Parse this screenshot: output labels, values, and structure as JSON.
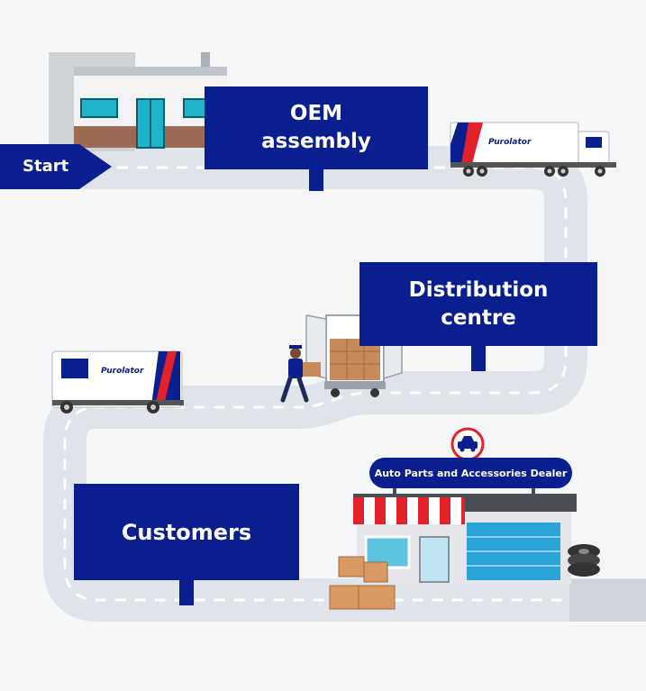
{
  "diagram": {
    "start_label": "Start",
    "steps": [
      {
        "id": "oem",
        "label": "OEM\nassembly"
      },
      {
        "id": "distribution",
        "label": "Distribution\ncentre"
      },
      {
        "id": "customers",
        "label": "Customers"
      }
    ],
    "dealer_sign": "Auto Parts and Accessories Dealer",
    "truck_brand": "Purolator"
  },
  "colors": {
    "brand_navy": "#0a1f8f",
    "road": "#dfe3ea",
    "accent_red": "#e3212a",
    "awning_red": "#e3212a",
    "background": "#f5f6f8"
  },
  "icons": [
    "car-icon",
    "box-icon",
    "tire-icon",
    "truck-icon"
  ]
}
